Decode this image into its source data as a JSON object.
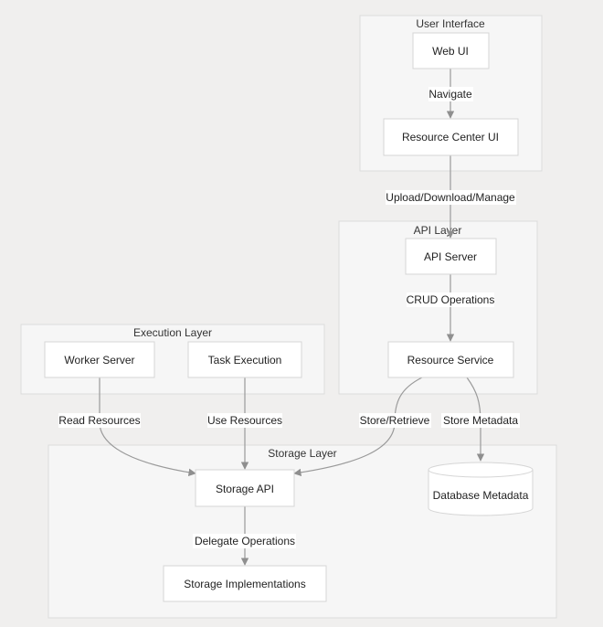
{
  "clusters": {
    "ui": "User Interface",
    "api": "API Layer",
    "exec": "Execution Layer",
    "storage": "Storage Layer"
  },
  "nodes": {
    "web_ui": "Web UI",
    "resource_center_ui": "Resource Center UI",
    "api_server": "API Server",
    "resource_service": "Resource Service",
    "worker_server": "Worker Server",
    "task_execution": "Task Execution",
    "storage_api": "Storage API",
    "storage_impl": "Storage Implementations",
    "db_metadata": "Database Metadata"
  },
  "edges": {
    "navigate": "Navigate",
    "upload": "Upload/Download/Manage",
    "crud": "CRUD Operations",
    "read": "Read Resources",
    "use": "Use Resources",
    "store_retrieve": "Store/Retrieve",
    "store_meta": "Store Metadata",
    "delegate": "Delegate Operations"
  },
  "colors": {
    "background": "#f0efee",
    "cluster_fill": "#f6f6f6",
    "node_fill": "#ffffff",
    "edge": "#9a9a9a"
  }
}
